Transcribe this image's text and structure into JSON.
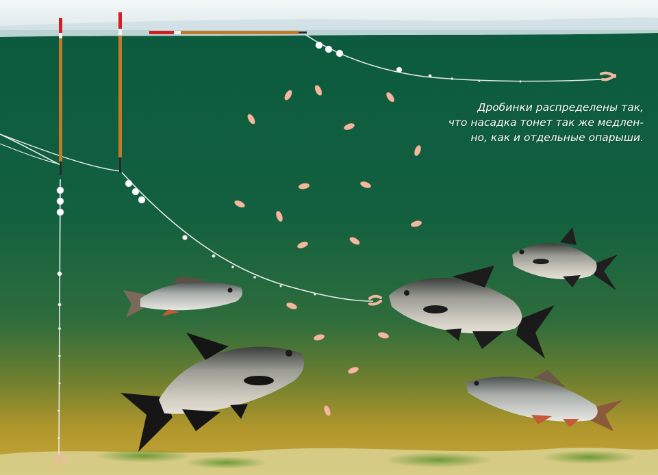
{
  "caption": {
    "lines": [
      "Дробинки распределены так,",
      "что насадка тонет так же медлен-",
      "но, как и отдельные опарыши."
    ]
  },
  "colors": {
    "sky": "#e6eef0",
    "water_top": "#0d5a3f",
    "water_mid": "#1c6a4a",
    "water_bottom": "#b89a2a",
    "float_body": "#c07a2a",
    "float_tip": "#d41f1f",
    "maggot": "#f2b8a0",
    "line": "#e9ecec",
    "shot": "#ffffff"
  },
  "icons": [
    "float-icon",
    "split-shot-icon",
    "maggot-icon",
    "fish-icon",
    "hook-icon"
  ]
}
